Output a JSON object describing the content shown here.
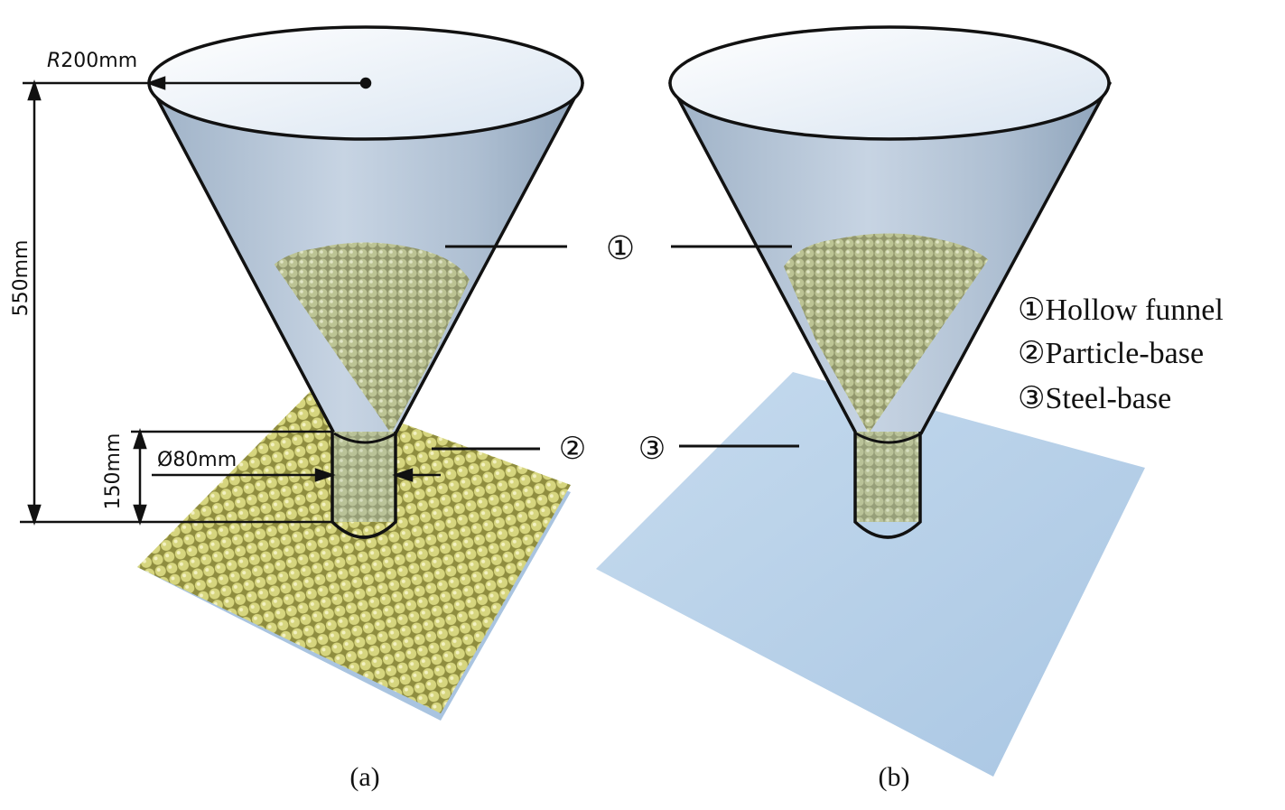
{
  "figure": {
    "panels": [
      {
        "id": "a",
        "caption": "(a)"
      },
      {
        "id": "b",
        "caption": "(b)"
      }
    ],
    "dimensions": {
      "radius": {
        "italic_prefix": "R",
        "value": "200mm"
      },
      "total_height": "550mm",
      "outlet_height": "150mm",
      "outlet_diameter": "Ø80mm"
    },
    "callouts": {
      "one": "①",
      "two": "②",
      "three": "③"
    },
    "legend": [
      {
        "marker": "①",
        "label": "Hollow funnel"
      },
      {
        "marker": "②",
        "label": "Particle-base"
      },
      {
        "marker": "③",
        "label": "Steel-base"
      }
    ]
  },
  "colors": {
    "particle": "#bcc390",
    "particle_base": "#d6d57e",
    "steel_base": "#bad4ea",
    "funnel_glass": "#b9c9da",
    "outline": "#111111"
  }
}
